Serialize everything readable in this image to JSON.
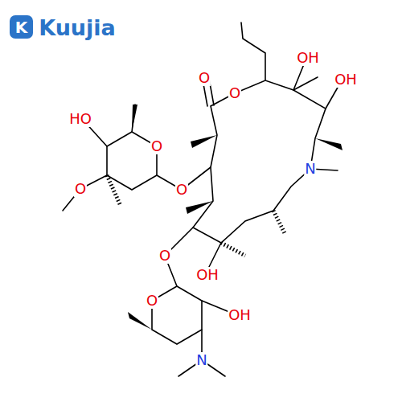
{
  "diagram": {
    "labels": [
      "K",
      "Kuujia",
      "O",
      "O",
      "OH",
      "OH",
      "N",
      "HO",
      "O",
      "O",
      "O",
      "O",
      "OH",
      "O",
      "OH",
      "N"
    ]
  }
}
